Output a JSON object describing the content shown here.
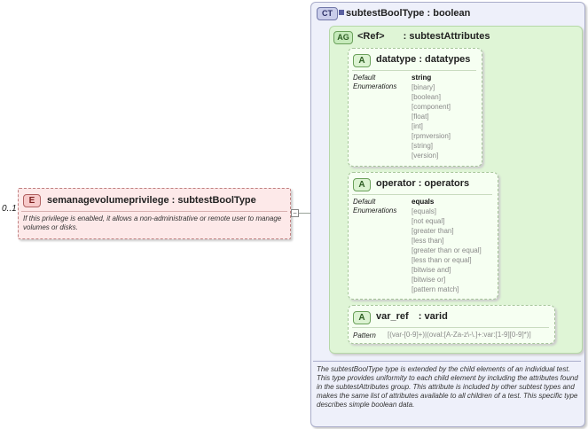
{
  "element": {
    "occurs": "0..1",
    "badge": "E",
    "name": "semanagevolumeprivilege",
    "type": "subtestBoolType",
    "doc": "If this privilege is enabled, it allows a non-administrative or remote user to manage volumes or disks."
  },
  "complex_type": {
    "badge": "CT",
    "name": "subtestBoolType",
    "base": "boolean",
    "doc": "The subtestBoolType type is extended by the child elements of an individual test.  This type provides uniformity to each child element by including the attributes found in the subtestAttributes group.  This attribute is included by other subtest types and makes the same list of attributes available to all children of a test.  This specific type describes simple boolean data."
  },
  "attribute_group": {
    "badge": "AG",
    "ref": "<Ref>",
    "name": "subtestAttributes"
  },
  "attributes": [
    {
      "badge": "A",
      "name": "datatype",
      "type": "datatypes",
      "default_label": "Default",
      "enum_label": "Enumerations",
      "default": "string",
      "enumerations": [
        "[binary]",
        "[boolean]",
        "[component]",
        "[float]",
        "[int]",
        "[rpmversion]",
        "[string]",
        "[version]"
      ]
    },
    {
      "badge": "A",
      "name": "operator",
      "type": "operators",
      "default_label": "Default",
      "enum_label": "Enumerations",
      "default": "equals",
      "enumerations": [
        "[equals]",
        "[not equal]",
        "[greater than]",
        "[less than]",
        "[greater than or equal]",
        "[less than or equal]",
        "[bitwise and]",
        "[bitwise or]",
        "[pattern match]"
      ]
    },
    {
      "badge": "A",
      "name": "var_ref",
      "type": "varid",
      "pattern_label": "Pattern",
      "pattern": "[(var-[0-9]+)|(oval:[A-Za-z\\-\\.]+:var:[1-9][0-9]*)]"
    }
  ],
  "colors": {
    "element_bg": "#fde9e9",
    "element_border": "#c08080",
    "ct_bg": "#eef0fa",
    "ag_bg": "#dff5d6",
    "attr_bg": "#f6fff2"
  }
}
